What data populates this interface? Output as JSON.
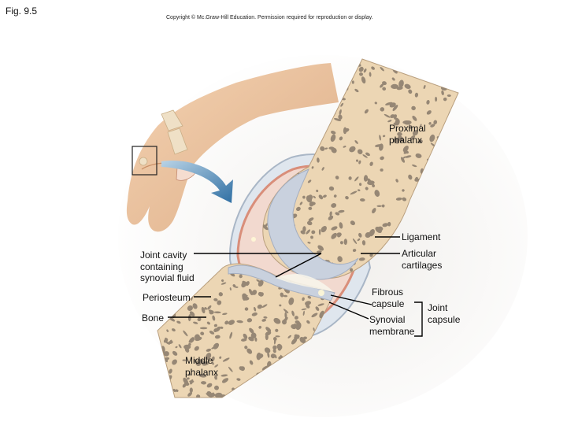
{
  "figure_label": "Fig. 9.5",
  "copyright": "Copyright © Mc.Graw-Hill Education. Permission required for reproduction or display.",
  "labels": {
    "proximal_phalanx": [
      "Proximal",
      "phalanx"
    ],
    "ligament": "Ligament",
    "articular_cartilages": [
      "Articular",
      "cartilages"
    ],
    "joint_cavity": [
      "Joint cavity",
      "containing",
      "synovial fluid"
    ],
    "periosteum": "Periosteum",
    "bone": "Bone",
    "fibrous_capsule": [
      "Fibrous",
      "capsule"
    ],
    "synovial_membrane": [
      "Synovial",
      "membrane"
    ],
    "joint_capsule": [
      "Joint",
      "capsule"
    ],
    "middle_phalanx": [
      "Middle",
      "phalanx"
    ]
  },
  "colors": {
    "bone": "#ecd6b4",
    "bone_pore": "#8d7f6e",
    "cartilage": "#c9d1de",
    "synovial_membrane": "#d98e7a",
    "capsule": "#d8e0ea",
    "skin": "#e9b98e",
    "arrow": "#3f7fb0",
    "leader_line": "#000000"
  }
}
